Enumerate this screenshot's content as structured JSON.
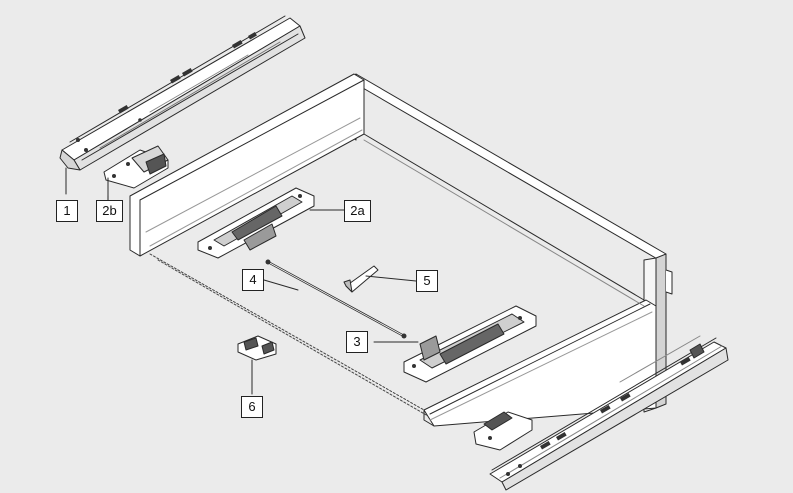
{
  "callouts": {
    "c1": "1",
    "c2a": "2a",
    "c2b": "2b",
    "c3": "3",
    "c4": "4",
    "c5": "5",
    "c6": "6"
  },
  "colors": {
    "background": "#ebebeb",
    "line": "#2a2a2a",
    "panel": "#ffffff",
    "shade": "#cfcfcf"
  }
}
